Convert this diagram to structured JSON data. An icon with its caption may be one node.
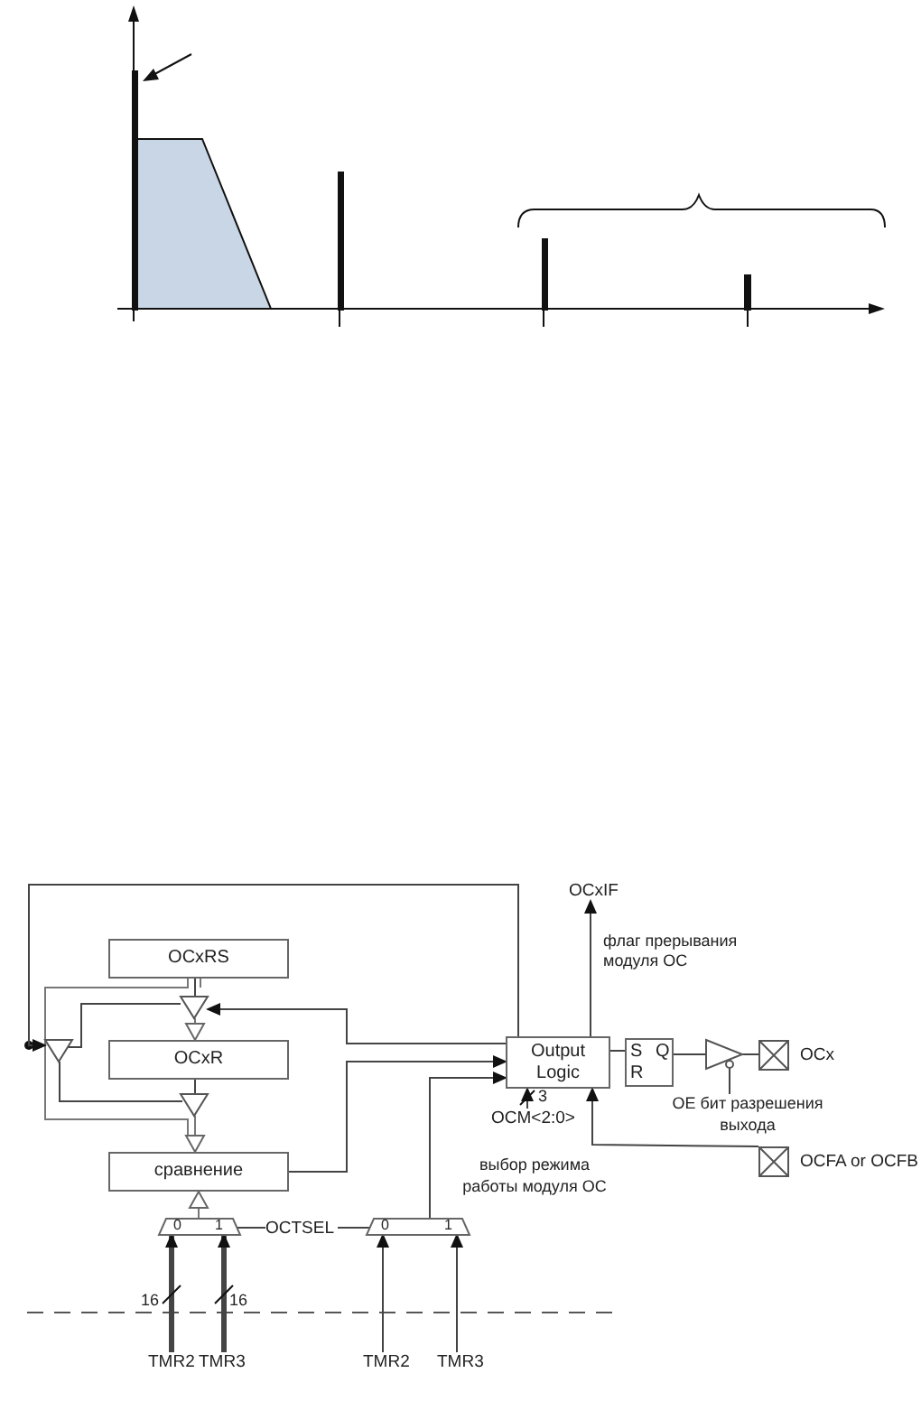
{
  "diagram": {
    "nodes": [
      {
        "text": [
          "OCxRS"
        ]
      },
      {
        "text": [
          "OCxR"
        ]
      },
      {
        "text": [
          "сравнение"
        ]
      },
      {
        "text": [
          "Output Logic"
        ]
      },
      {
        "text": [
          "S",
          "Q",
          "R"
        ]
      },
      {
        "text": [],
        "shape": "triangle"
      },
      {
        "text": [],
        "shape": "box",
        "beside": [
          "OCx"
        ]
      },
      {
        "text": [],
        "shape": "box",
        "beside": [
          "OCFA or OCFB"
        ]
      },
      {
        "text": [
          "0",
          "1"
        ]
      },
      {
        "text": [
          "0",
          "1"
        ]
      },
      {
        "text": [
          "OCxIF"
        ]
      },
      {
        "text": [
          "TMR2"
        ]
      },
      {
        "text": [
          "TMR3"
        ]
      },
      {
        "text": [
          "TMR2"
        ]
      },
      {
        "text": [
          "TMR3"
        ]
      },
      {
        "text": [
          "OCM<2:0>"
        ],
        "beside": [
          "выбор режима работы модуля OC"
        ]
      },
      {
        "text": [
          "OCTSEL"
        ]
      },
      {
        "text": [],
        "shape": "triangle"
      },
      {
        "text": [],
        "shape": "triangle"
      },
      {
        "text": [],
        "shape": "triangle"
      },
      {
        "text": [
          "OE бит разрешения выхода"
        ]
      }
    ],
    "edges": [
      {
        "from": 0,
        "to": 17,
        "arrow": "none"
      },
      {
        "from": 17,
        "to": 1,
        "arrow": "to"
      },
      {
        "from": 1,
        "to": 18,
        "arrow": "none"
      },
      {
        "from": 18,
        "to": 2,
        "arrow": "to"
      },
      {
        "from": 8,
        "to": 2,
        "arrow": "to"
      },
      {
        "from": 3,
        "to": 17,
        "arrow": "to"
      },
      {
        "from": 2,
        "to": 3,
        "arrow": "to"
      },
      {
        "from": 9,
        "to": 3,
        "arrow": "to"
      },
      {
        "from": 3,
        "to": 19,
        "arrow": "to"
      },
      {
        "from": 19,
        "to": 17,
        "arrow": "none"
      },
      {
        "from": 19,
        "to": 18,
        "arrow": "none"
      },
      {
        "from": 3,
        "to": 4,
        "arrow": "none"
      },
      {
        "from": 4,
        "to": 5,
        "arrow": "none"
      },
      {
        "from": 5,
        "to": 6,
        "arrow": "none"
      },
      {
        "from": 20,
        "to": 5,
        "arrow": "none"
      },
      {
        "from": 7,
        "to": 3,
        "arrow": "to"
      },
      {
        "from": 15,
        "to": 3,
        "arrow": "to",
        "label": "3"
      },
      {
        "from": 3,
        "to": 10,
        "arrow": "to",
        "label": "флаг прерывания модуля OC"
      },
      {
        "from": 11,
        "to": 8,
        "arrow": "to",
        "label": "16",
        "style": "thick"
      },
      {
        "from": 12,
        "to": 8,
        "arrow": "to",
        "label": "16",
        "style": "thick"
      },
      {
        "from": 13,
        "to": 9,
        "arrow": "to"
      },
      {
        "from": 14,
        "to": 9,
        "arrow": "to"
      },
      {
        "from": 16,
        "to": 8,
        "arrow": "none"
      },
      {
        "from": 16,
        "to": 9,
        "arrow": "none"
      }
    ]
  }
}
